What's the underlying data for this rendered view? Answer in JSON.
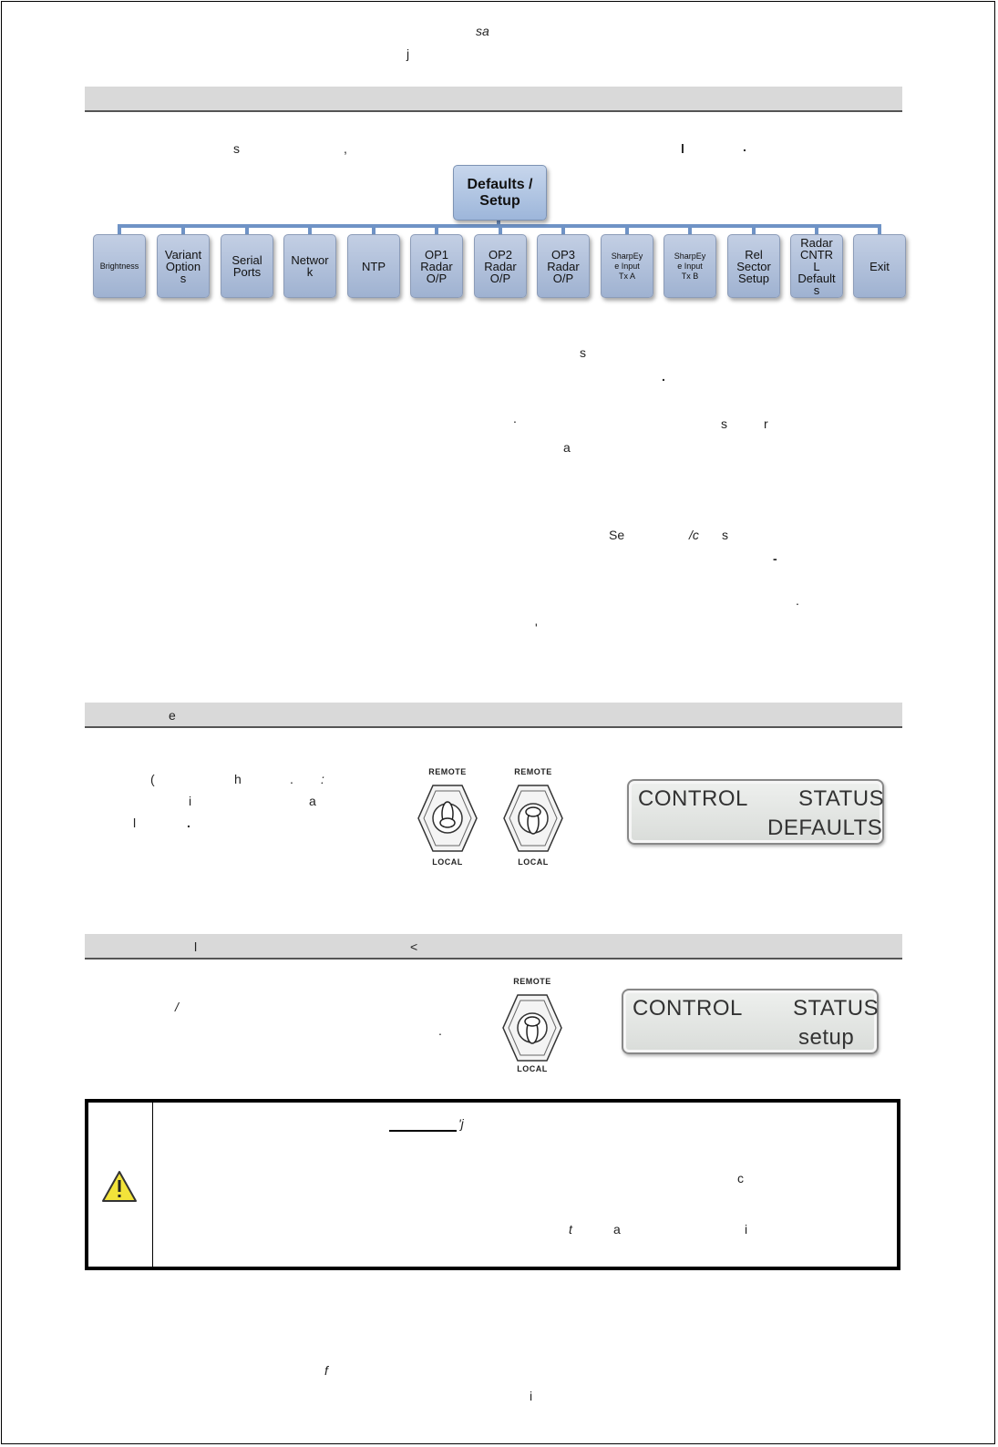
{
  "header": {
    "fragments": [
      "sa",
      "j"
    ]
  },
  "section1": {
    "bar_fragment": "",
    "intro_fragments": [
      "s",
      ",",
      "l",
      "."
    ]
  },
  "menu": {
    "root_label": "Defaults /\nSetup",
    "items": [
      {
        "label": "Brightness",
        "small": true
      },
      {
        "label": "Variant\nOption\ns"
      },
      {
        "label": "Serial\nPorts"
      },
      {
        "label": "Networ\nk"
      },
      {
        "label": "NTP"
      },
      {
        "label": "OP1\nRadar\nO/P",
        "bold_first": true
      },
      {
        "label": "OP2\nRadar\nO/P",
        "bold_first": true
      },
      {
        "label": "OP3\nRadar\nO/P",
        "bold_first": true
      },
      {
        "label": "SharpEy\ne Input\nTx A",
        "small": true,
        "bold_last": true
      },
      {
        "label": "SharpEy\ne Input\nTx B",
        "small": true,
        "bold_last": true
      },
      {
        "label": "Rel\nSector\nSetup"
      },
      {
        "label": "Radar\nCNTR\nL\nDefault\ns"
      },
      {
        "label": "Exit"
      }
    ]
  },
  "body_fragments": [
    "s",
    ".",
    ".",
    "s",
    "r",
    "a",
    "Se",
    "/c",
    "s",
    "-",
    ".",
    "'"
  ],
  "section2": {
    "bar_fragment": "e",
    "left_fragments": [
      "(",
      "h",
      ".",
      ":",
      "i",
      "a",
      "l",
      "."
    ],
    "switch_top": "REMOTE",
    "switch_bottom": "LOCAL",
    "lcd": {
      "left": "CONTROL",
      "right": "STATUS",
      "line2": "DEFAULTS"
    }
  },
  "section3": {
    "bar_fragments": [
      "l",
      "<"
    ],
    "left_fragments": [
      "/",
      "."
    ],
    "switch_top": "REMOTE",
    "switch_bottom": "LOCAL",
    "lcd": {
      "left": "CONTROL",
      "right": "STATUS",
      "line2": "setup"
    }
  },
  "warning": {
    "icon": "warning-triangle-icon",
    "fragments": [
      "'j",
      "c",
      "t",
      "a",
      "i"
    ]
  },
  "footer": {
    "fragments": [
      "f",
      "i"
    ]
  }
}
